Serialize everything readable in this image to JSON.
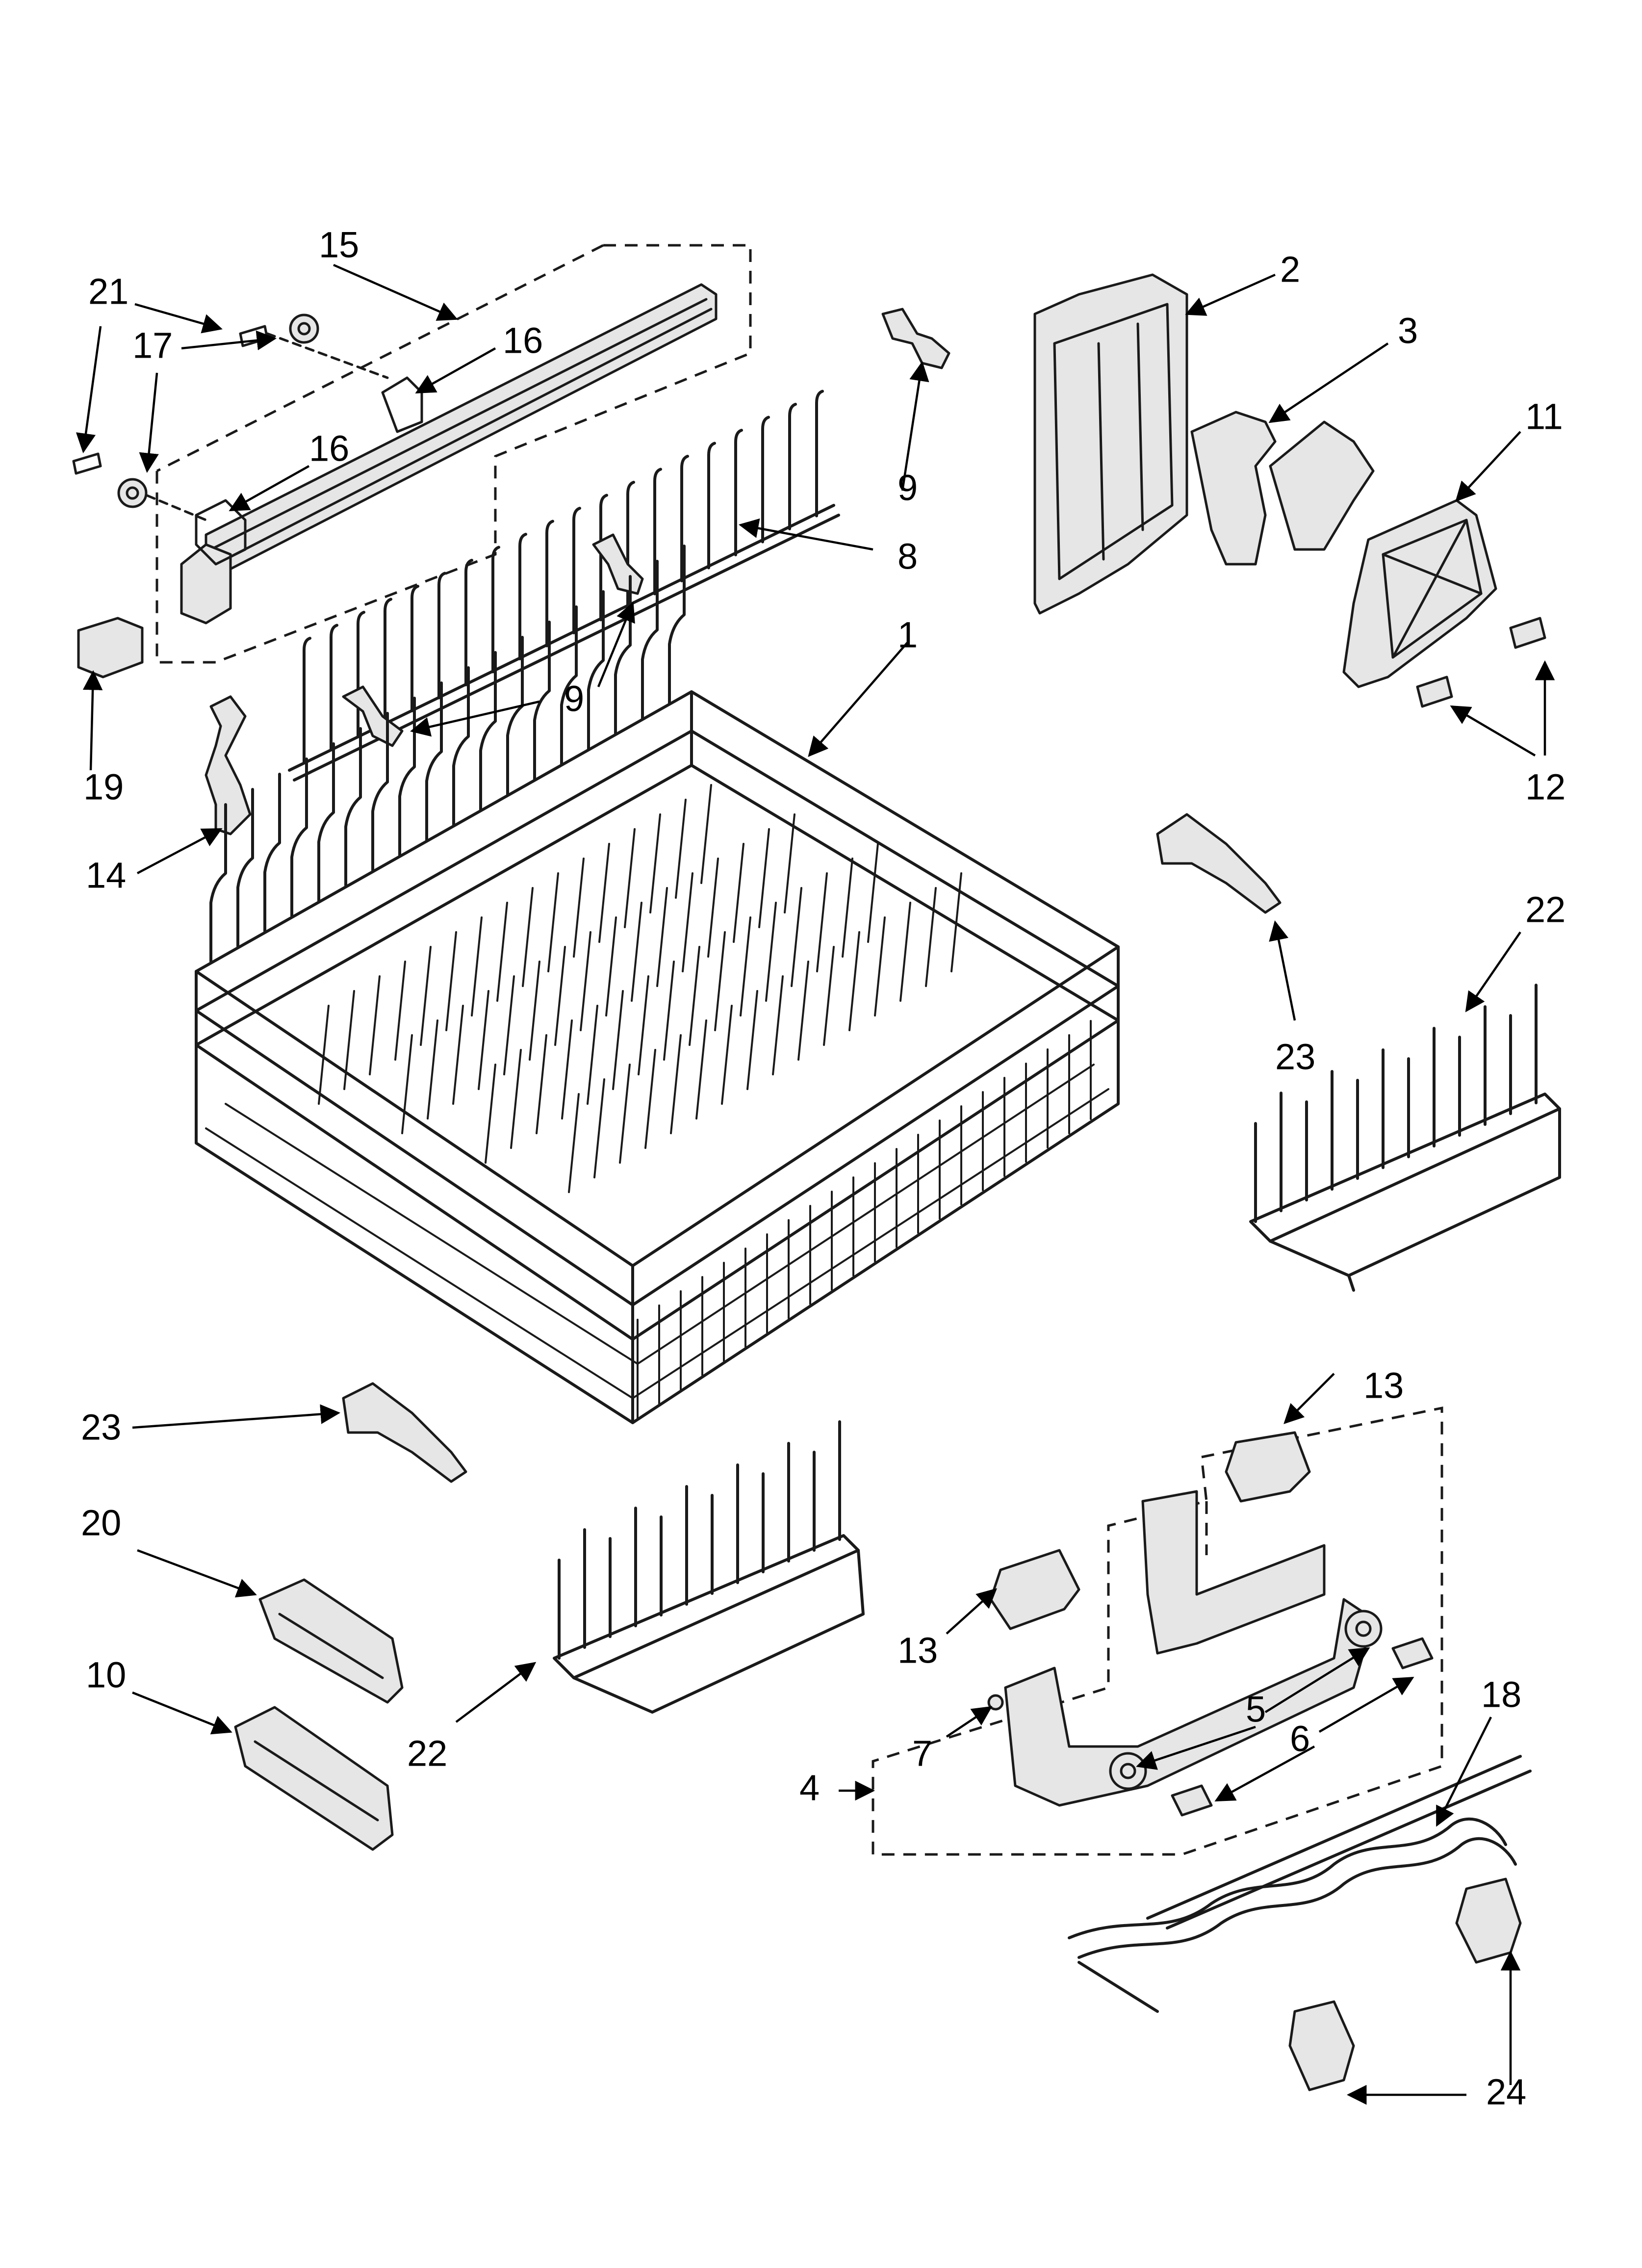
{
  "diagram": {
    "callouts": {
      "c1": "1",
      "c2": "2",
      "c3": "3",
      "c4": "4",
      "c5": "5",
      "c6": "6",
      "c7": "7",
      "c8": "8",
      "c9a": "9",
      "c9b": "9",
      "c10": "10",
      "c11": "11",
      "c12": "12",
      "c13a": "13",
      "c13b": "13",
      "c14": "14",
      "c15": "15",
      "c16a": "16",
      "c16b": "16",
      "c17": "17",
      "c18": "18",
      "c19": "19",
      "c20": "20",
      "c21": "21",
      "c22a": "22",
      "c22b": "22",
      "c23a": "23",
      "c23b": "23",
      "c24": "24"
    }
  }
}
